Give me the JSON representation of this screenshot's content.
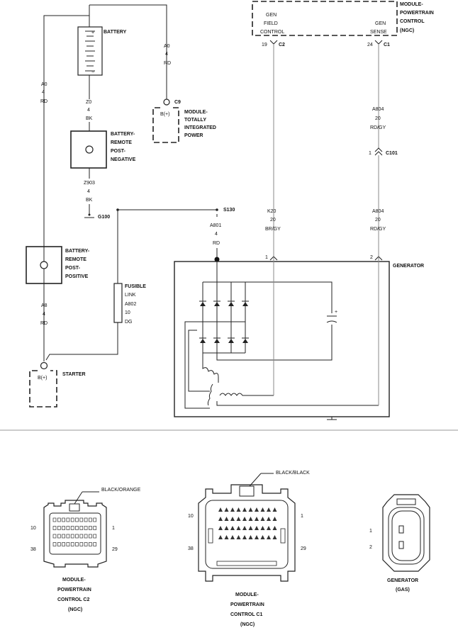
{
  "battery": {
    "label": "BATTERY"
  },
  "wires": {
    "a0_left": {
      "circuit": "A0",
      "gauge": "4",
      "color": "RD"
    },
    "a0_right": {
      "circuit": "A0",
      "gauge": "4",
      "color": "RD"
    },
    "z0": {
      "circuit": "Z0",
      "gauge": "4",
      "color": "BK"
    },
    "z903": {
      "circuit": "Z903",
      "gauge": "4",
      "color": "BK"
    },
    "a801": {
      "circuit": "A801",
      "gauge": "4",
      "color": "RD"
    },
    "k20": {
      "circuit": "K20",
      "gauge": "20",
      "color": "BR/GY"
    },
    "a804_top": {
      "circuit": "A804",
      "gauge": "20",
      "color": "RD/GY"
    },
    "a804_bottom": {
      "circuit": "A804",
      "gauge": "20",
      "color": "RD/GY"
    },
    "a8": {
      "circuit": "A8",
      "gauge": "4",
      "color": "RD"
    }
  },
  "fusible_link": {
    "line1": "FUSIBLE",
    "line2": "LINK",
    "circuit": "A802",
    "gauge": "10",
    "color": "DG"
  },
  "tipm": {
    "connector": "C9",
    "pin": "B(+)",
    "line1": "MODULE-",
    "line2": "TOTALLY",
    "line3": "INTEGRATED",
    "line4": "POWER"
  },
  "pcm": {
    "line1": "MODULE-",
    "line2": "POWERTRAIN",
    "line3": "CONTROL",
    "line4": "(NGC)",
    "gen_field": {
      "line1": "GEN",
      "line2": "FIELD",
      "line3": "CONTROL",
      "pin": "19",
      "connector": "C2"
    },
    "gen_sense": {
      "line1": "GEN",
      "line2": "SENSE",
      "pin": "24",
      "connector": "C1"
    }
  },
  "inline_connector": {
    "pin": "1",
    "label": "C101"
  },
  "remote_negative": {
    "line1": "BATTERY-",
    "line2": "REMOTE",
    "line3": "POST-",
    "line4": "NEGATIVE"
  },
  "remote_positive": {
    "line1": "BATTERY-",
    "line2": "REMOTE",
    "line3": "POST-",
    "line4": "POSITIVE"
  },
  "ground": {
    "label": "G100"
  },
  "splice": {
    "label": "S130"
  },
  "starter": {
    "label": "STARTER",
    "pin": "B(+)"
  },
  "generator": {
    "label": "GENERATOR",
    "pin1": "1",
    "pin2": "2"
  },
  "connectors": {
    "pcm_c2": {
      "tab": "BLACK/ORANGE",
      "pin_tl": "10",
      "pin_tr": "1",
      "pin_bl": "38",
      "pin_br": "29",
      "line1": "MODULE-",
      "line2": "POWERTRAIN",
      "line3": "CONTROL C2",
      "line4": "(NGC)"
    },
    "pcm_c1": {
      "tab": "BLACK/BLACK",
      "pin_tl": "10",
      "pin_tr": "1",
      "pin_bl": "38",
      "pin_br": "29",
      "line1": "MODULE-",
      "line2": "POWERTRAIN",
      "line3": "CONTROL C1",
      "line4": "(NGC)"
    },
    "generator": {
      "pin1": "1",
      "pin2": "2",
      "line1": "GENERATOR",
      "line2": "(GAS)"
    }
  }
}
